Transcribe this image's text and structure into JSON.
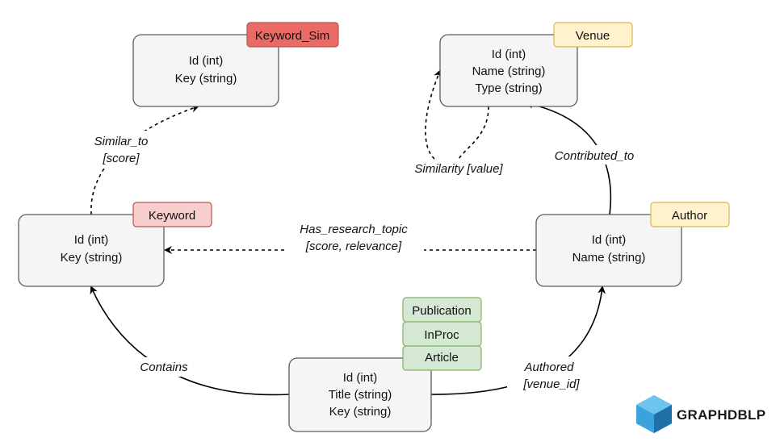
{
  "nodes": {
    "keyword_sim": {
      "tag": "Keyword_Sim",
      "lines": [
        "Id (int)",
        "Key (string)"
      ]
    },
    "venue": {
      "tag": "Venue",
      "lines": [
        "Id (int)",
        "Name (string)",
        "Type (string)"
      ]
    },
    "keyword": {
      "tag": "Keyword",
      "lines": [
        "Id (int)",
        "Key (string)"
      ]
    },
    "author": {
      "tag": "Author",
      "lines": [
        "Id (int)",
        "Name (string)"
      ]
    },
    "publication": {
      "tags": [
        "Publication",
        "InProc",
        "Article"
      ],
      "lines": [
        "Id (int)",
        "Title (string)",
        "Key (string)"
      ]
    }
  },
  "edges": {
    "similar_to": [
      "Similar_to",
      "[score]"
    ],
    "similarity": "Similarity [value]",
    "contributed_to": "Contributed_to",
    "has_research_topic": [
      "Has_research_topic",
      "[score, relevance]"
    ],
    "contains": "Contains",
    "authored": [
      "Authored",
      "[venue_id]"
    ]
  },
  "brand": {
    "name": "GRAPHDBLP",
    "icon": "cube-logo-icon"
  },
  "colors": {
    "red_tag_fill": "#f8cecc",
    "red_tag_stroke": "#b85450",
    "red_strong_fill": "#ea6b66",
    "yellow_tag_fill": "#fff2cc",
    "yellow_tag_stroke": "#d6b656",
    "green_tag_fill": "#d5e8d4",
    "green_tag_stroke": "#82b366",
    "logo_light": "#4ab0e6",
    "logo_dark": "#1f6fa8"
  }
}
